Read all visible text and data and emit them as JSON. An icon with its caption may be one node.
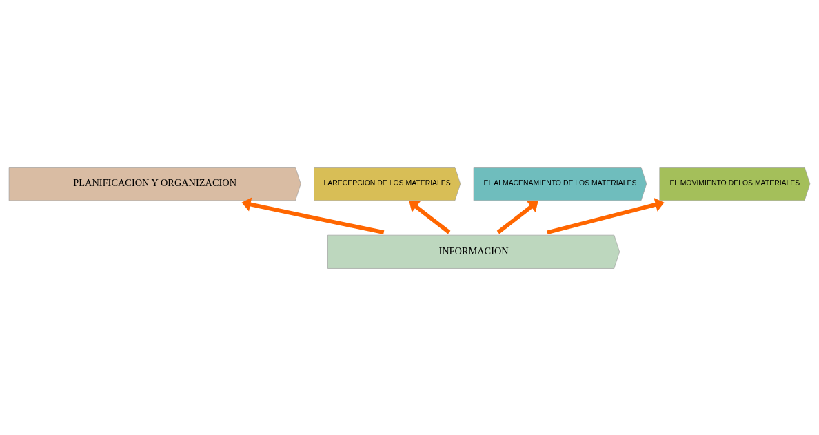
{
  "diagram": {
    "nodes": [
      {
        "text": [
          "PLANIFICACION Y ORGANIZACION"
        ]
      },
      {
        "text": [
          "LARECEPCION DE LOS MATERIALES"
        ]
      },
      {
        "text": [
          "EL ALMACENAMIENTO DE LOS MATERIALES"
        ]
      },
      {
        "text": [
          "EL MOVIMIENTO DELOS MATERIALES"
        ]
      },
      {
        "text": [
          "INFORMACION"
        ]
      }
    ],
    "edges": [
      {
        "from": 4,
        "to": 1,
        "arrow": "to"
      },
      {
        "from": 4,
        "to": 2,
        "arrow": "to"
      },
      {
        "from": 4,
        "to": 3,
        "arrow": "to"
      },
      {
        "from": 4,
        "to": 0,
        "arrow": "to"
      }
    ]
  }
}
